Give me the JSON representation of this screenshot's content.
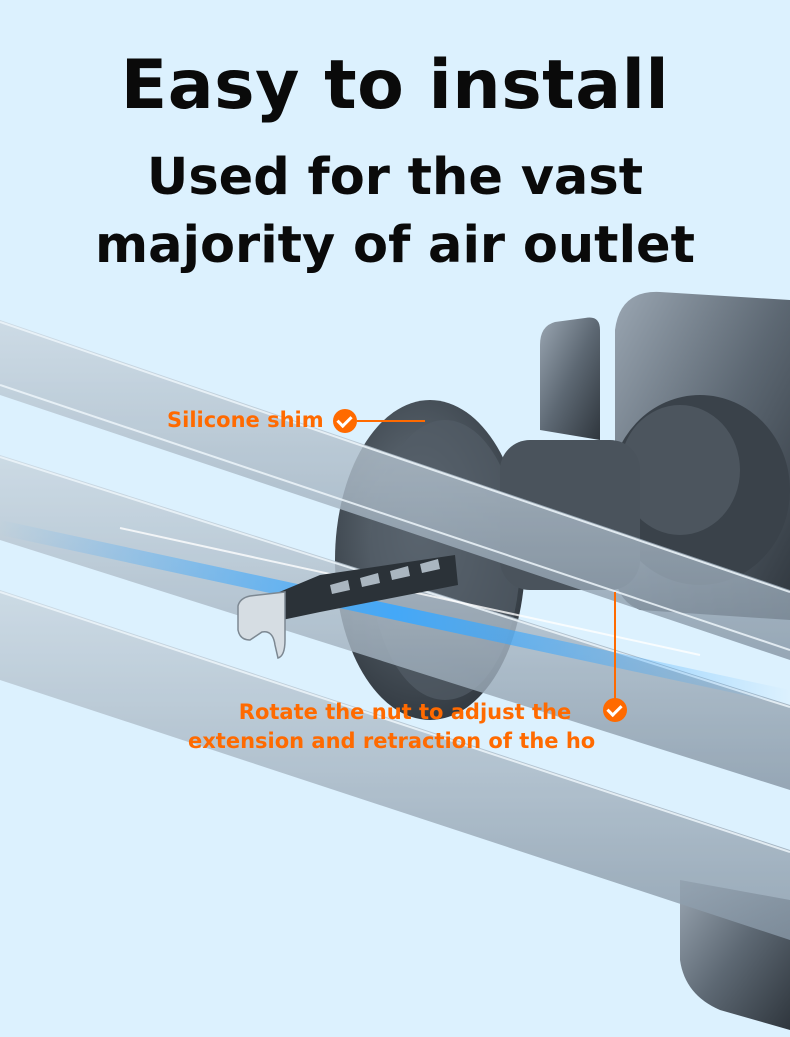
{
  "headline": "Easy to install",
  "subheadline": {
    "line1": "Used for the vast",
    "line2": "majority of air outlet"
  },
  "callouts": [
    {
      "label": "Silicone shim",
      "icon": "check-circle-icon"
    },
    {
      "line1": "Rotate the nut to adjust the",
      "line2": "extension and retraction of the ho",
      "icon": "check-circle-icon"
    }
  ],
  "colors": {
    "background": "#dcf1fe",
    "headline": "#0a0a0a",
    "accent": "#ff6a00",
    "glow": "#3aa8ff"
  }
}
